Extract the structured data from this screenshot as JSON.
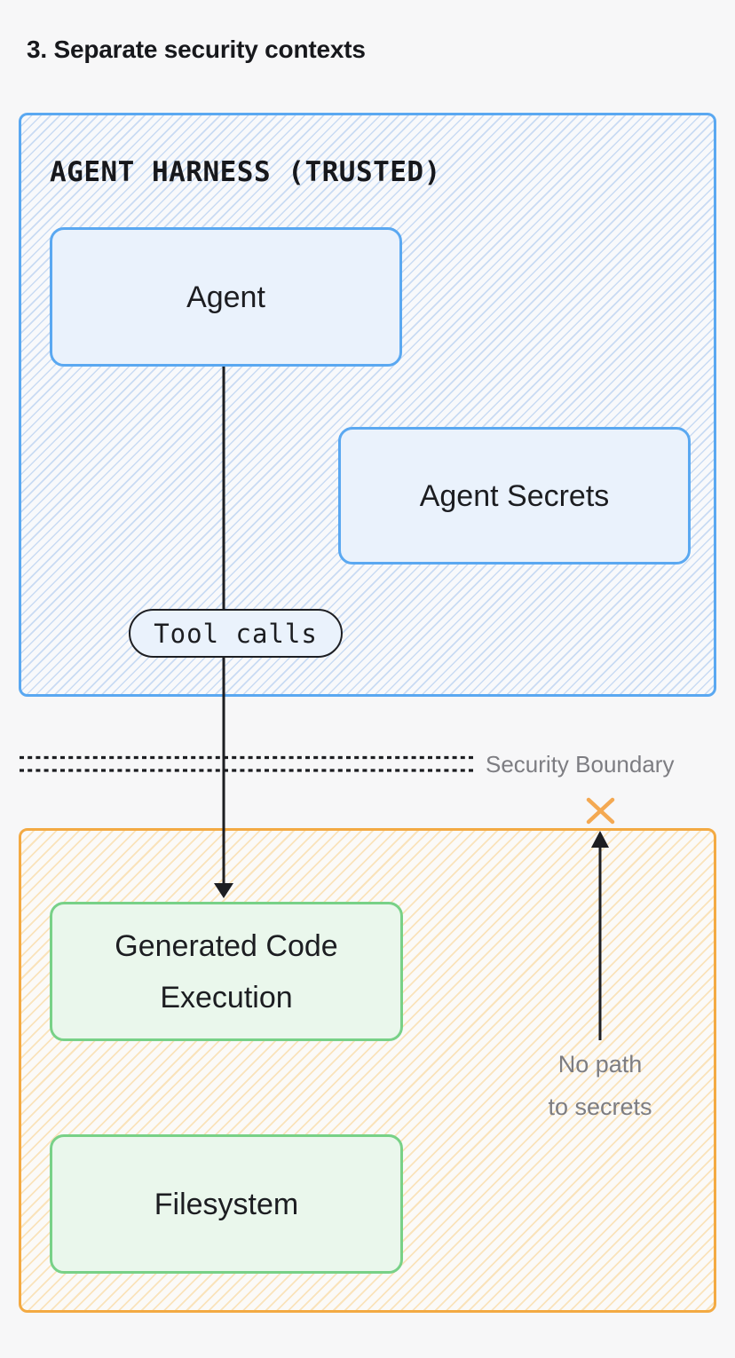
{
  "title": "3. Separate security contexts",
  "trusted_zone": {
    "label": "AGENT HARNESS (TRUSTED)",
    "nodes": {
      "agent": "Agent",
      "agent_secrets": "Agent Secrets"
    },
    "tool_calls": "Tool calls"
  },
  "boundary": {
    "label": "Security Boundary"
  },
  "untrusted_zone": {
    "nodes": {
      "generated_code": "Generated Code Execution",
      "filesystem": "Filesystem"
    },
    "no_path": {
      "line1": "No path",
      "line2": "to secrets"
    }
  },
  "colors": {
    "trusted_border": "#5aa8f1",
    "trusted_hatch": "#c9dbf3",
    "blue_node_fill": "#eaf2fc",
    "untrusted_border": "#f3aa43",
    "untrusted_hatch": "#fae3bb",
    "green_node_border": "#78d187",
    "green_node_fill": "#eaf7ec",
    "blocked_x": "#f4a952",
    "arrow": "#1d1e22",
    "muted_text": "#7d7d82"
  }
}
